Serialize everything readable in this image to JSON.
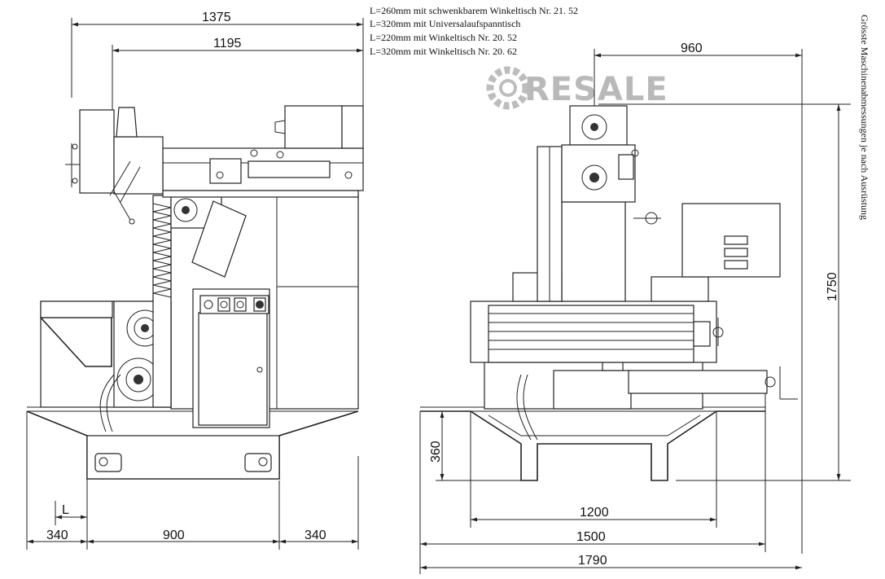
{
  "notes": [
    "L=260mm mit schwenkbarem Winkeltisch Nr. 21. 52",
    "L=320mm mit Universalaufspanntisch",
    "L=220mm mit Winkeltisch Nr. 20. 52",
    "L=320mm mit Winkeltisch Nr. 20. 62"
  ],
  "side_note": "Grösste Maschinenabmessungen je nach Ausrüstung",
  "watermark": "RESALE",
  "dimensions": {
    "d1375": "1375",
    "d1195": "1195",
    "d960": "960",
    "d1750": "1750",
    "d360": "360",
    "d1200": "1200",
    "d1500": "1500",
    "d1790": "1790",
    "d340_left": "340",
    "d900": "900",
    "d340_right": "340",
    "dL": "L"
  }
}
